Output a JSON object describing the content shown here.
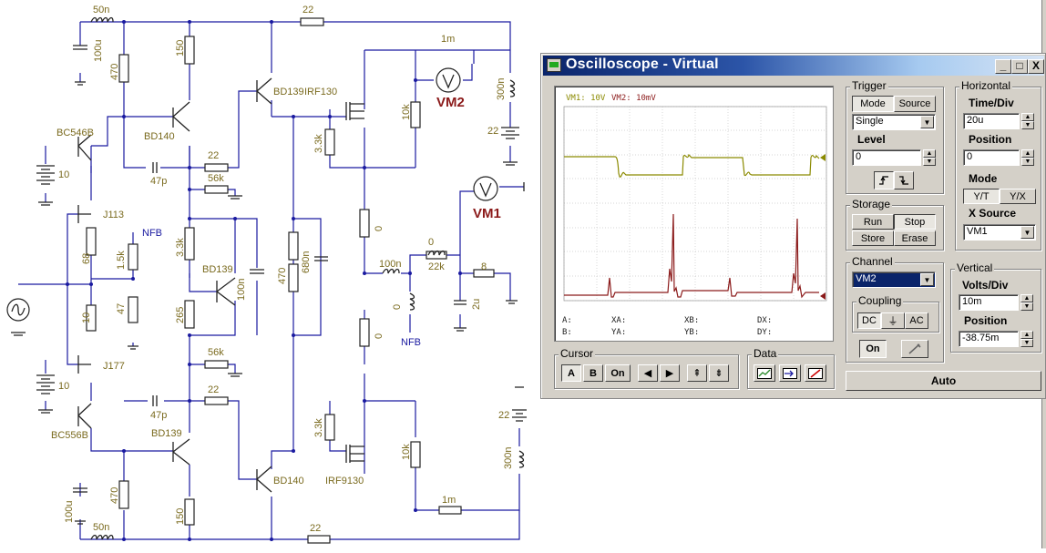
{
  "schematic": {
    "labels": {
      "c_50n_top": "50n",
      "c_100u_top": "100u",
      "r_470_top": "470",
      "q_bc546b": "BC546B",
      "r_150_top": "150",
      "q_bd140_top": "BD140",
      "c_47p_top": "47p",
      "r_22_a": "22",
      "r_56k_top": "56k",
      "q_bd139_top": "BD139",
      "r_22_top": "22",
      "q_irf130": "IRF130",
      "r_1m_top": "1m",
      "vm2": "VM2",
      "l_300n_top": "300n",
      "bat_22_top": "22",
      "r_10k_top": "10k",
      "r_3k3_top": "3.3k",
      "bat_10_top": "10",
      "q_j113": "J113",
      "nfb_top": "NFB",
      "r_68": "68",
      "r_1k5": "1.5k",
      "r_47": "47",
      "r_10": "10",
      "r_3k3_mid": "3.3k",
      "q_bd139_mid": "BD139",
      "c_100n": "100n",
      "r_265": "265",
      "r_470_mid": "470",
      "c_680n": "680n",
      "r_0_top": "0",
      "vm1": "VM1",
      "l_100n": "100n",
      "l_0": "0",
      "r_22k": "22k",
      "r_8": "8",
      "l_0_b": "0",
      "c_2u": "2u",
      "nfb_bottom": "NFB",
      "r_0_bottom": "0",
      "r_56k_bottom": "56k",
      "q_j177": "J177",
      "bat_10_bottom": "10",
      "q_bc556b": "BC556B",
      "c_47p_bottom": "47p",
      "r_22_b": "22",
      "q_bd139_bottom": "BD139",
      "r_3k3_bottom": "3.3k",
      "q_bd140_bottom": "BD140",
      "q_irf9130": "IRF9130",
      "r_10k_bottom": "10k",
      "bat_22_bottom": "22",
      "l_300n_bottom": "300n",
      "r_1m_bottom": "1m",
      "r_470_bottom": "470",
      "r_150_bottom": "150",
      "c_100u_bottom": "100u",
      "c_50n_bottom": "50n",
      "r_22_bottom": "22"
    },
    "colors": {
      "wire": "#1a1aa0",
      "component": "#222222",
      "label": "#7a6a1e",
      "meter_label": "#8b1a1a"
    }
  },
  "oscilloscope": {
    "title": "Oscilloscope - Virtual",
    "window_buttons": {
      "minimize": "_",
      "maximize": "□",
      "close": "X"
    },
    "screen": {
      "legend_vm1": "VM1: 10V",
      "legend_vm2": "VM2: 10mV",
      "readouts": {
        "a": "A:",
        "b": "B:",
        "xa": "XA:",
        "ya": "YA:",
        "xb": "XB:",
        "yb": "YB:",
        "dx": "DX:",
        "dy": "DY:"
      },
      "trace_colors": {
        "vm1": "#8b8a00",
        "vm2": "#8b1a1a"
      },
      "grid": true
    },
    "trigger": {
      "title": "Trigger",
      "mode_tab": "Mode",
      "source_tab": "Source",
      "mode_value": "Single",
      "level_label": "Level",
      "level_value": "0",
      "rising_icon": "rising-edge-icon",
      "falling_icon": "falling-edge-icon"
    },
    "horizontal": {
      "title": "Horizontal",
      "time_div_label": "Time/Div",
      "time_div_value": "20u",
      "position_label": "Position",
      "position_value": "0",
      "mode_label": "Mode",
      "yt": "Y/T",
      "xy": "Y/X",
      "xsource_label": "X Source",
      "xsource_value": "VM1"
    },
    "storage": {
      "title": "Storage",
      "run": "Run",
      "stop": "Stop",
      "store": "Store",
      "erase": "Erase"
    },
    "channel": {
      "title": "Channel",
      "value": "VM2"
    },
    "coupling": {
      "title": "Coupling",
      "dc": "DC",
      "gnd": "⏚",
      "ac": "AC",
      "on": "On"
    },
    "vertical": {
      "title": "Vertical",
      "volts_div_label": "Volts/Div",
      "volts_div_value": "10m",
      "position_label": "Position",
      "position_value": "-38.75m"
    },
    "cursor": {
      "title": "Cursor",
      "a": "A",
      "b": "B",
      "on": "On",
      "left": "◀",
      "right": "▶",
      "up": "⇞",
      "down": "⇟"
    },
    "data": {
      "title": "Data"
    },
    "auto": "Auto"
  }
}
